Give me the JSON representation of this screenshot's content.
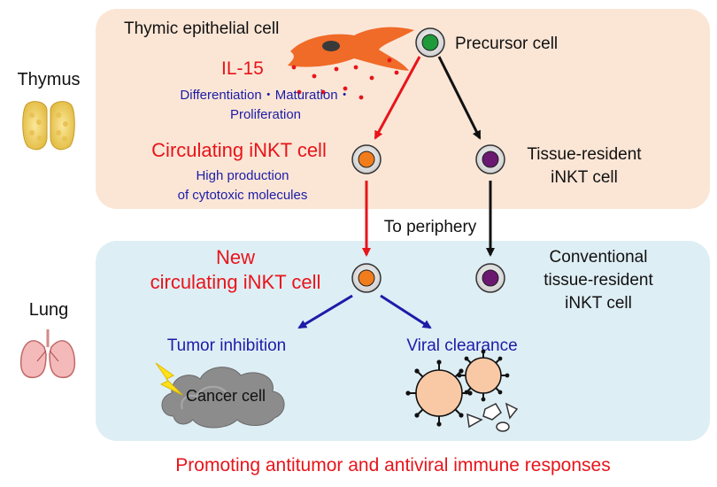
{
  "organs": {
    "thymus": "Thymus",
    "lung": "Lung"
  },
  "thymus_region": {
    "epithelial_cell": "Thymic epithelial cell",
    "il15": "IL-15",
    "il15_effect_line1": "Differentiation・Maturation・",
    "il15_effect_line2": "Proliferation",
    "precursor_cell": "Precursor cell",
    "circulating_cell": "Circulating iNKT cell",
    "circulating_note_line1": "High production",
    "circulating_note_line2": "of cytotoxic molecules",
    "tissue_resident_line1": "Tissue-resident",
    "tissue_resident_line2": "iNKT cell"
  },
  "transition": {
    "to_periphery": "To periphery"
  },
  "lung_region": {
    "new_circulating_line1": "New",
    "new_circulating_line2": "circulating iNKT cell",
    "conventional_line1": "Conventional",
    "conventional_line2": "tissue-resident",
    "conventional_line3": "iNKT cell",
    "tumor_inhibition": "Tumor inhibition",
    "cancer_cell": "Cancer cell",
    "viral_clearance": "Viral clearance"
  },
  "footer": {
    "conclusion": "Promoting antitumor and antiviral immune responses"
  },
  "colors": {
    "thymus_bg": "#fbe6d6",
    "lung_bg": "#deeef5",
    "red": "#e8141a",
    "blue": "#1c1ca8",
    "precursor": "#1f9a3a",
    "circulating": "#f07c1c",
    "resident": "#6a1870"
  }
}
